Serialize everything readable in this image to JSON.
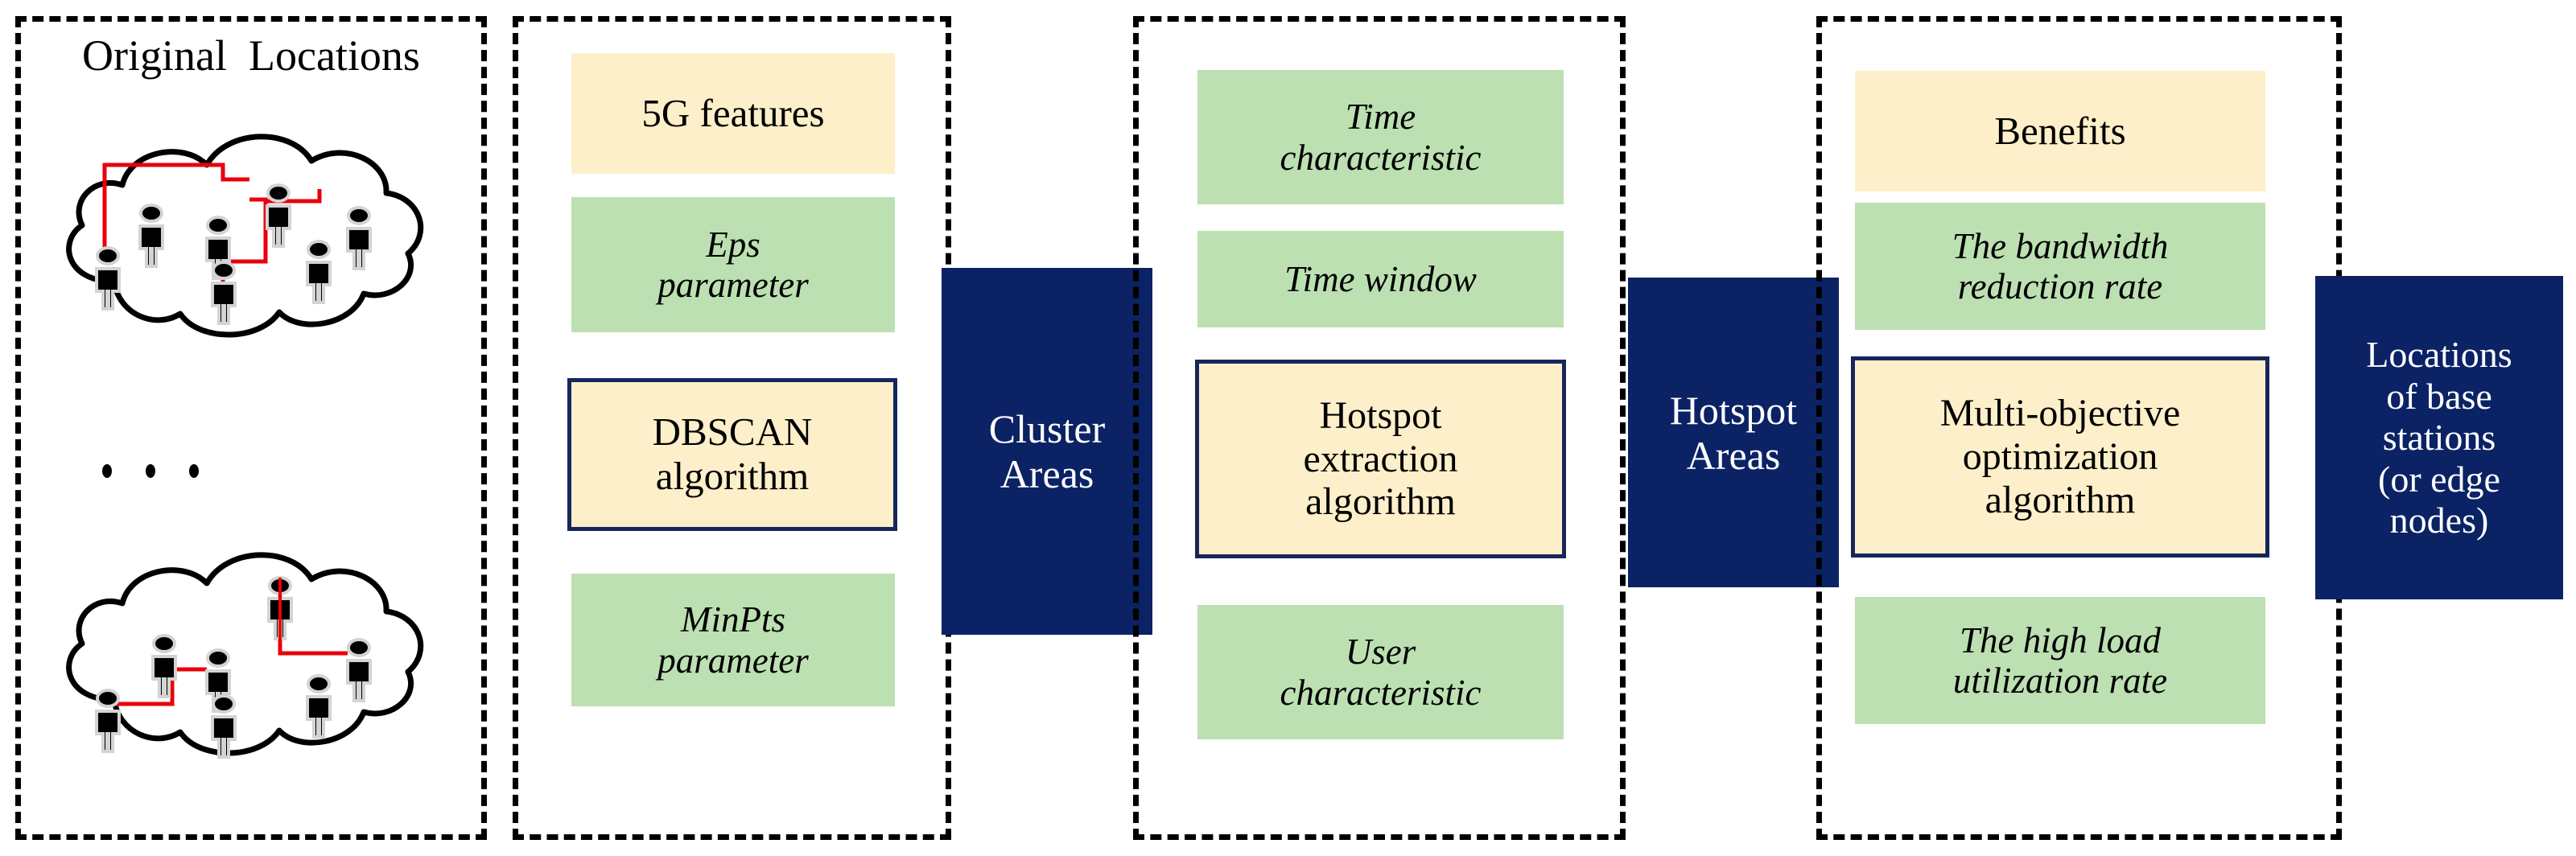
{
  "panels": [
    {
      "name": "original-locations",
      "title": "Original  Locations",
      "ellipsis": "..."
    },
    {
      "name": "clustering-stage",
      "boxes": [
        {
          "label": "5G features",
          "style": "cream"
        },
        {
          "label": "Eps\nparameter",
          "style": "green-italic"
        },
        {
          "label": "DBSCAN\nalgorithm",
          "style": "algorithm"
        },
        {
          "label": "MinPts\nparameter",
          "style": "green-italic"
        }
      ]
    },
    {
      "name": "hotspot-extraction-stage",
      "boxes": [
        {
          "label": "Time\ncharacteristic",
          "style": "green-italic"
        },
        {
          "label": "Time window",
          "style": "green-italic"
        },
        {
          "label": "Hotspot\nextraction\nalgorithm",
          "style": "algorithm"
        },
        {
          "label": "User\ncharacteristic",
          "style": "green-italic"
        }
      ]
    },
    {
      "name": "optimization-stage",
      "boxes": [
        {
          "label": "Benefits",
          "style": "cream"
        },
        {
          "label": "The bandwidth\nreduction rate",
          "style": "green-italic"
        },
        {
          "label": "Multi-objective\noptimization\nalgorithm",
          "style": "algorithm"
        },
        {
          "label": "The high load\nutilization rate",
          "style": "green-italic"
        }
      ]
    }
  ],
  "connectors": [
    {
      "name": "cluster-areas",
      "label": "Cluster\nAreas"
    },
    {
      "name": "hotspot-areas",
      "label": "Hotspot\nAreas"
    },
    {
      "name": "base-station-locations",
      "label": "Locations\nof base\nstations\n(or edge\nnodes)"
    }
  ],
  "colors": {
    "cream": "#FDEFC9",
    "green": "#BCE0B2",
    "navy": "#0B2265",
    "border_navy": "#16265C",
    "path_red": "#E8000B",
    "dashed_black": "#000000"
  },
  "icons": {
    "cloud": "cloud-icon",
    "person": "person-icon",
    "highlighted_person": "highlighted-person-icon",
    "ellipsis": "ellipsis-icon"
  }
}
